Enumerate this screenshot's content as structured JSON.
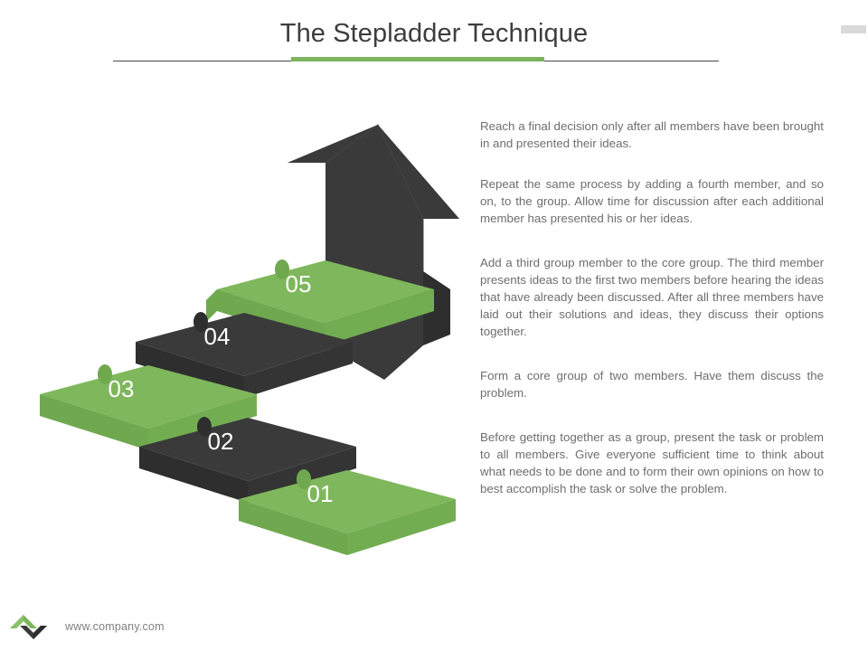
{
  "header": {
    "title": "The Stepladder Technique",
    "accent_color": "#7cb35c",
    "rule_color": "#4a4a4a",
    "corner_marker_color": "#d9d9d9"
  },
  "theme": {
    "green_top": "#7eb75c",
    "green_side": "#6fa84e",
    "green_front": "#73ad52",
    "dark_top": "#3a3a3a",
    "dark_side": "#2e2e2e",
    "dark_front": "#343434",
    "label_color": "#ffffff",
    "body_text_color": "#6e6e6e",
    "background": "#ffffff"
  },
  "diagram": {
    "type": "ascending-stepladder",
    "arrow_name": "upward-arrow",
    "steps": [
      {
        "label": "01",
        "color": "green",
        "order": 1
      },
      {
        "label": "02",
        "color": "dark",
        "order": 2
      },
      {
        "label": "03",
        "color": "green",
        "order": 3
      },
      {
        "label": "04",
        "color": "dark",
        "order": 4
      },
      {
        "label": "05",
        "color": "green",
        "order": 5
      }
    ]
  },
  "body": {
    "paragraphs": [
      "Reach a final decision only after all members have been brought in and presented their ideas.",
      "Repeat the same process by adding a fourth member, and so on, to the group. Allow time for discussion after each additional member has presented his or her ideas.",
      "Add a third group member to the core group. The third member presents ideas to the first two members before hearing the ideas that have already been discussed. After all three members have laid out their solutions and ideas, they discuss their options together.",
      "Form a core group of two members. Have them discuss the problem.",
      "Before getting together as a group, present the task or problem to all members. Give everyone sufficient time to think about what needs to be done and to form their own opinions on how to best accomplish the task or solve the problem."
    ]
  },
  "footer": {
    "url": "www.company.com",
    "logo_name": "company-chevron-logo"
  }
}
